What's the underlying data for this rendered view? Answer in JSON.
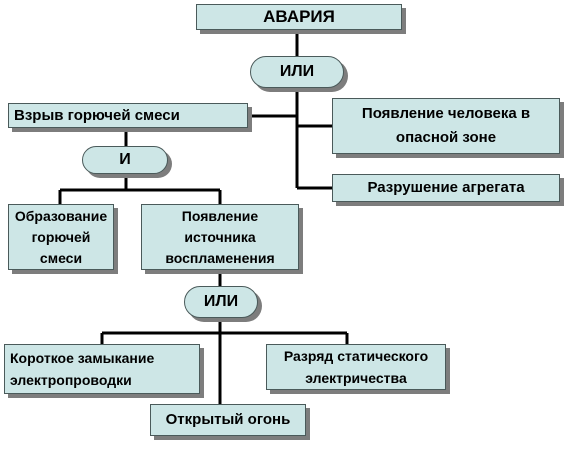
{
  "top_event": "АВАРИЯ",
  "gates": {
    "top": "ИЛИ",
    "middle": "И",
    "bottom": "ИЛИ"
  },
  "events": {
    "explosion": "Взрыв горючей смеси",
    "person_in_danger": "Появление человека в\nопасной зоне",
    "unit_destruction": "Разрушение агрегата",
    "mixture_formation": "Образование\nгорючей\nсмеси",
    "ignition_source": "Появление\nисточника\nвоспламенения",
    "short_circuit": "Короткое замыкание\nэлектропроводки",
    "static_discharge": "Разряд статического\nэлектричества",
    "open_fire": "Открытый огонь"
  },
  "colors": {
    "box_fill": "#cde6e6",
    "line": "#000000",
    "shadow": "#7d7d7d"
  }
}
